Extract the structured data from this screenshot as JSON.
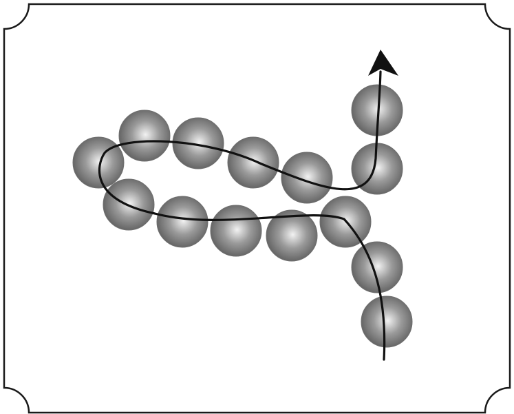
{
  "diagram": {
    "kind": "bead-chain-path-with-arrow",
    "bead_count": 14,
    "colors": {
      "frame_stroke": "#1a1a1a",
      "frame_fill": "#ffffff",
      "bead_light": "#f2f2f2",
      "bead_mid": "#9a9a9a",
      "bead_dark": "#555555",
      "bead_edge": "#6e6e6e",
      "path_stroke": "#111111",
      "arrow_fill": "#111111"
    },
    "icons": {
      "frame": "scalloped-corner-frame",
      "arrowhead": "arrow-up-icon"
    }
  }
}
